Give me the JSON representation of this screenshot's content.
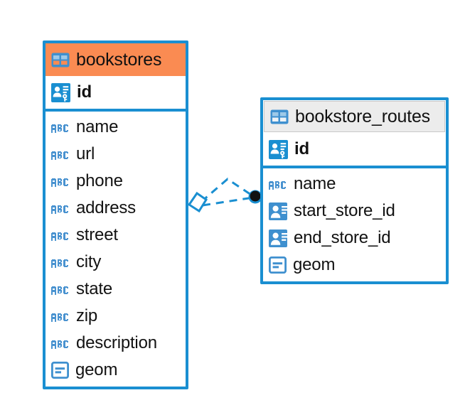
{
  "diagram": {
    "type": "entity-relationship-diagram",
    "background": "#ffffff",
    "accent_blue": "#1a8fd1",
    "selected_header_orange": "#fa8b52",
    "header_grey": "#ececec",
    "text_color": "#121212"
  },
  "entities": [
    {
      "name": "bookstores",
      "selected": true,
      "header_color": "#fa8b52",
      "primary_key": {
        "label": "id",
        "icon": "primary-key-icon"
      },
      "fields": [
        {
          "label": "name",
          "icon": "abc-icon"
        },
        {
          "label": "url",
          "icon": "abc-icon"
        },
        {
          "label": "phone",
          "icon": "abc-icon"
        },
        {
          "label": "address",
          "icon": "abc-icon"
        },
        {
          "label": "street",
          "icon": "abc-icon"
        },
        {
          "label": "city",
          "icon": "abc-icon"
        },
        {
          "label": "state",
          "icon": "abc-icon"
        },
        {
          "label": "zip",
          "icon": "abc-icon"
        },
        {
          "label": "description",
          "icon": "abc-icon"
        },
        {
          "label": "geom",
          "icon": "geometry-icon"
        }
      ]
    },
    {
      "name": "bookstore_routes",
      "selected": false,
      "header_color": "#ececec",
      "primary_key": {
        "label": "id",
        "icon": "primary-key-icon"
      },
      "fields": [
        {
          "label": "name",
          "icon": "abc-icon"
        },
        {
          "label": "start_store_id",
          "icon": "foreign-key-icon"
        },
        {
          "label": "end_store_id",
          "icon": "foreign-key-icon"
        },
        {
          "label": "geom",
          "icon": "geometry-icon"
        }
      ]
    }
  ],
  "relationship": {
    "style": "dashed",
    "color": "#1a8fd1",
    "source_marker": "diamond",
    "target_marker": "filled-circle",
    "source_entity": "bookstores",
    "target_entity": "bookstore_routes"
  }
}
